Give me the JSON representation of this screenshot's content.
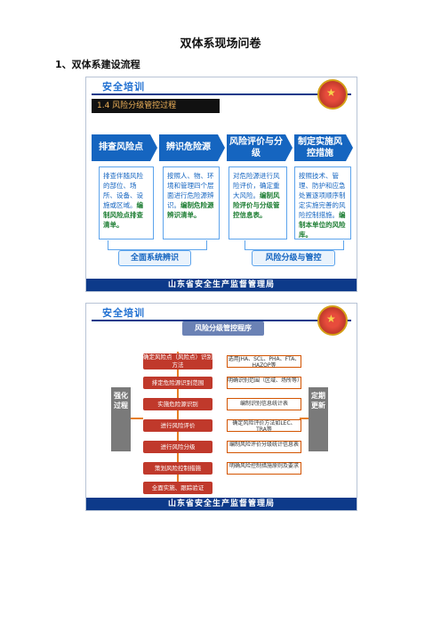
{
  "doc": {
    "title": "双体系现场问卷",
    "section_heading": "1、双体系建设流程"
  },
  "slide1": {
    "banner": "安全培训",
    "section_label": "1.4 风险分级管控过程",
    "steps": [
      "排查风险点",
      "辨识危险源",
      "风险评价与分级",
      "制定实施风控措施"
    ],
    "descs": [
      {
        "text": "排查伴随风险的部位、场所、设备、设施或区域。",
        "green": "编制风险点排查清单。"
      },
      {
        "text": "按照人、物、环境和管理四个层面进行危险源辨识。",
        "green": "编制危险源辨识清单。"
      },
      {
        "text": "对危险源进行风险评价，确定重大风险。",
        "green": "编制风险评价与分级管控信息表。"
      },
      {
        "text": "按照技术、管理、防护和应急处置逐项顺序制定实施完善的风险控制措施。",
        "green": "编制本单位的风险库。"
      }
    ],
    "summaries": [
      "全面系统辨识",
      "风险分级与管控"
    ],
    "footer": "山东省安全生产监督管理局"
  },
  "slide2": {
    "banner": "安全培训",
    "proc_title": "风险分级管控程序",
    "left_side": "强化过程",
    "right_side": "定期更新",
    "steps": [
      "确定风险点（风险点）识别方法",
      "排定危险源识别范围",
      "实施危险源识别",
      "进行风险评价",
      "进行风险分级",
      "策划风险控制措施",
      "全面实施、跟踪验证"
    ],
    "notes": [
      "选用JHA、SCL、PHA、FTA、HAZOP等",
      "明确识别范围（区域、场所等）",
      "编制识别信息统计表",
      "确定风险评价方法如LEC、TRA等",
      "编制风险评价分级统计信息表",
      "明确风险控制措施原则及要求"
    ],
    "footer": "山东省安全生产监督管理局"
  }
}
